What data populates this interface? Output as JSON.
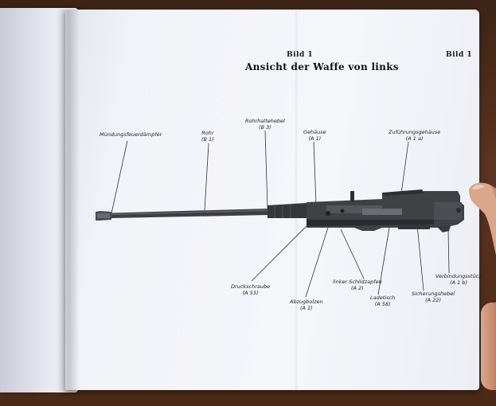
{
  "page": {
    "figure_number": "Bild 1",
    "figure_number_right": "Bild 1",
    "title": "Ansicht der Waffe von links"
  },
  "labels": {
    "muendungsfeuerdaempfer": {
      "name": "Mündungsfeuerdämpfer",
      "code": ""
    },
    "rohr": {
      "name": "Rohr",
      "code": "(B 1)"
    },
    "rohrhaltehebel": {
      "name": "Rohrhaltehebel",
      "code": "(B 3)"
    },
    "gehaeuse": {
      "name": "Gehäuse",
      "code": "(A 1)"
    },
    "zufuehrungsgehaeuse": {
      "name": "Zuführungsgehäuse",
      "code": "(A 1 a)"
    },
    "druckschraube": {
      "name": "Druckschraube",
      "code": "(A 53)"
    },
    "abzugbolzen": {
      "name": "Abzugbolzen",
      "code": "(A 1)"
    },
    "linker_schildzapfen": {
      "name": "linker Schildzapfen",
      "code": "(A 2)"
    },
    "ladetisch": {
      "name": "Ladetisch",
      "code": "(A 58)"
    },
    "sicherungshebel": {
      "name": "Sicherungshebel",
      "code": "(A 22)"
    },
    "verbindungsstueck": {
      "name": "Verbindungsstück",
      "code": "(A 1 b)"
    }
  },
  "colors": {
    "table": "#4a2a1a",
    "paper": "#f3f4f9",
    "ink": "#1a1a1a",
    "weapon": "#3b3c3f"
  }
}
